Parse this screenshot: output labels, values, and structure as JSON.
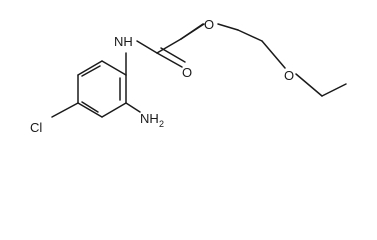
{
  "molecule": {
    "atoms": {
      "nh": "NH",
      "carbonyl_o": "O",
      "ether_o1": "O",
      "ether_o2": "O",
      "chlorine": "Cl",
      "amine": "NH",
      "amine_subscript": "2"
    }
  }
}
